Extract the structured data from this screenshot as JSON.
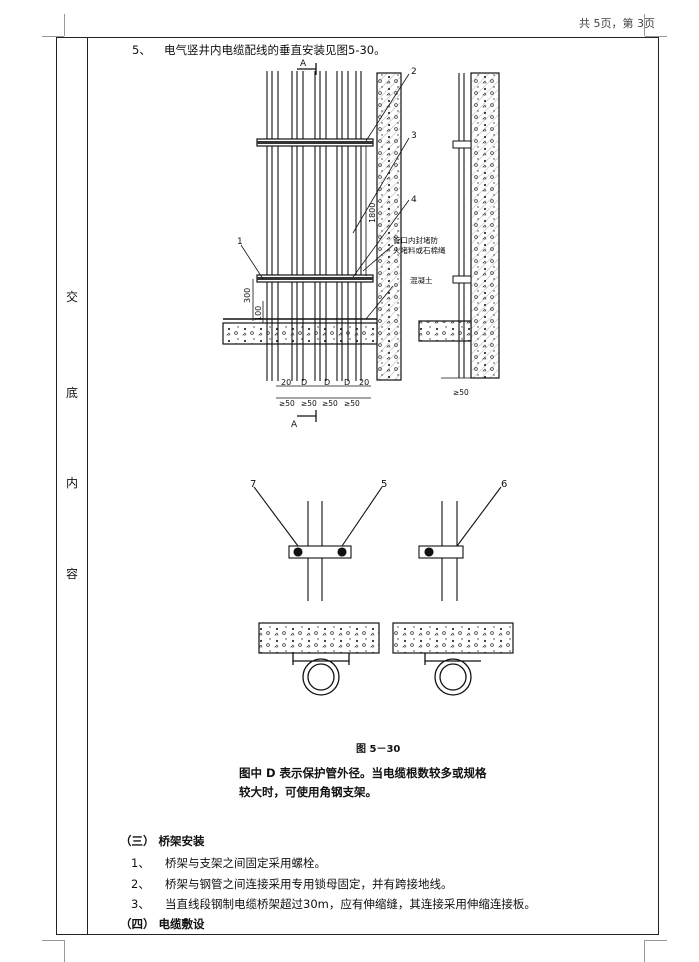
{
  "header": {
    "page_info": "共 5页，第 3页"
  },
  "sidebar": {
    "chars": [
      "交",
      "底",
      "内",
      "容"
    ]
  },
  "section5": {
    "num": "5、",
    "text": "电气竖井内电缆配线的垂直安装见图5-30。"
  },
  "figure": {
    "labels": {
      "a_top": "A",
      "a_bottom": "A",
      "n1": "1",
      "n2": "2",
      "n3": "3",
      "n4": "4",
      "n5": "5",
      "n6": "6",
      "n7": "7",
      "dim_1800": "1800",
      "dim_300": "300",
      "dim_100": "100",
      "dim_20a": "20",
      "d1": "D",
      "d2": "D",
      "d3": "D",
      "dim_20b": "20",
      "ge50a": "≥50",
      "ge50b": "≥50",
      "ge50c": "≥50",
      "ge50d": "≥50",
      "ge50_side": "≥50",
      "note_fire1": "管口内封堵防",
      "note_fire2": "火堵料或石棉绳",
      "note_concrete": "混凝土"
    },
    "number": "图 5－30",
    "caption1": "图中 D 表示保护管外径。当电缆根数较多或规格",
    "caption2": "较大时，可使用角钢支架。"
  },
  "section3": {
    "heading": "（三）  桥架安装",
    "items": [
      {
        "num": "1、",
        "text": "桥架与支架之间固定采用螺栓。"
      },
      {
        "num": "2、",
        "text": "桥架与钢管之间连接采用专用锁母固定，并有跨接地线。"
      },
      {
        "num": "3、",
        "text": "当直线段钢制电缆桥架超过30m，应有伸缩缝，其连接采用伸缩连接板。"
      }
    ]
  },
  "section4": {
    "heading": "（四）  电缆敷设"
  }
}
